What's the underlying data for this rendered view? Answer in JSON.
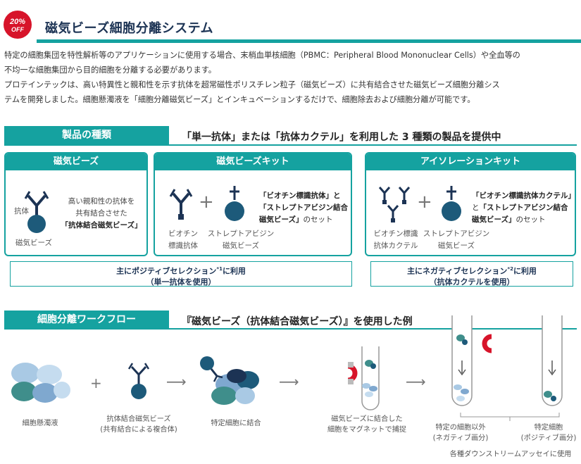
{
  "header": {
    "badge_percent": "20%",
    "badge_off": "OFF",
    "title": "磁気ビーズ細胞分離システム"
  },
  "intro": {
    "line1": "特定の細胞集団を特性解析等のアプリケーションに使用する場合、末梢血単核細胞（PBMC：Peripheral Blood Mononuclear Cells）や全血等の",
    "line2": "不均一な細胞集団から目的細胞を分離する必要があります。",
    "line3": "プロテインテックは、高い特異性と親和性を示す抗体を超常磁性ポリスチレン粒子（磁気ビーズ）に共有結合させた磁気ビーズ細胞分離シス",
    "line4": "テムを開発しました。細胞懸濁液を「細胞分離磁気ビーズ」とインキュベーションするだけで、細胞除去および細胞分離が可能です。"
  },
  "products": {
    "bar_label": "製品の種類",
    "heading": "「単一抗体」または「抗体カクテル」を利用した 3 種類の製品を提供中",
    "card1": {
      "title": "磁気ビーズ",
      "label_antibody": "抗体",
      "label_beads": "磁気ビーズ",
      "desc1": "高い親和性の抗体を",
      "desc2": "共有結合させた",
      "desc3": "「抗体結合磁気ビーズ」"
    },
    "card2": {
      "title": "磁気ビーズキット",
      "set1": "「ビオチン標識抗体」と",
      "set2": "「ストレプトアビジン結合",
      "set3": "磁気ビーズ」",
      "set3_suffix": "のセット",
      "label_left1": "ビオチン",
      "label_left2": "標識抗体",
      "label_right1": "ストレプトアビジン",
      "label_right2": "磁気ビーズ"
    },
    "card3": {
      "title": "アイソレーションキット",
      "set1": "「ビオチン標識抗体カクテル」",
      "set2_prefix": "と",
      "set2": "「ストレプトアビジン結合",
      "set3": "磁気ビーズ」",
      "set3_suffix": "のセット",
      "label_left1": "ビオチン標識",
      "label_left2": "抗体カクテル",
      "label_right1": "ストレプトアビジン",
      "label_right2": "磁気ビーズ"
    },
    "usage_left1": "主にポジティブセレクション",
    "usage_left_note": "*1",
    "usage_left_suffix": "に利用",
    "usage_left2": "（単一抗体を使用）",
    "usage_right1": "主にネガティブセレクション",
    "usage_right_note": "*2",
    "usage_right_suffix": "に利用",
    "usage_right2": "（抗体カクテルを使用）"
  },
  "workflow": {
    "bar_label": "細胞分離ワークフロー",
    "heading": "『磁気ビーズ（抗体結合磁気ビーズ）』を使用した例",
    "step1": "細胞懸濁液",
    "step2a": "抗体結合磁気ビーズ",
    "step2b": "(共有結合による複合体)",
    "step3": "特定細胞に結合",
    "step4a": "磁気ビーズに結合した",
    "step4b": "細胞をマグネットで捕捉",
    "out_neg1": "特定の細胞以外",
    "out_neg2": "(ネガティブ画分)",
    "out_pos1": "特定細胞",
    "out_pos2": "(ポジティブ画分)",
    "downstream": "各種ダウンストリームアッセイに使用"
  },
  "colors": {
    "teal": "#15a2a0",
    "navy": "#1c3354",
    "badge_red": "#d7142a"
  }
}
